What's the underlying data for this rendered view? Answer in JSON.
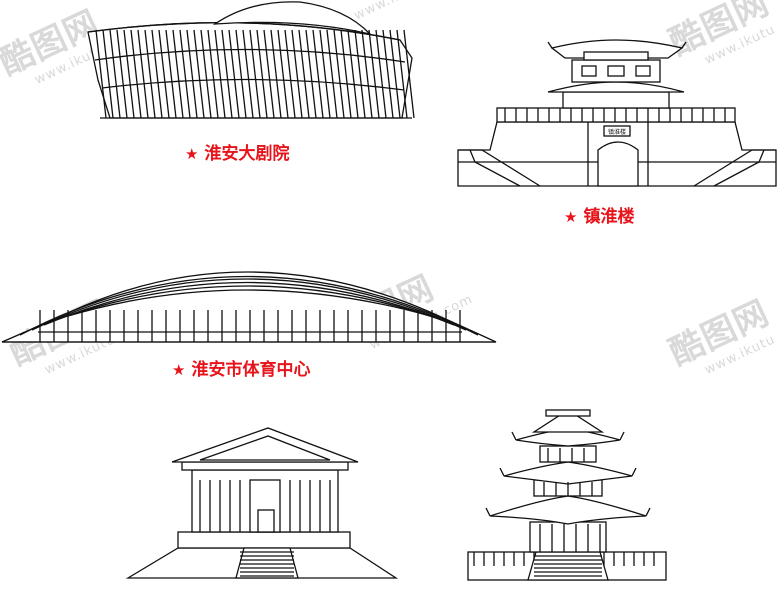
{
  "watermark": {
    "brand": "酷图网",
    "url": "www.ikutu.com"
  },
  "captions": {
    "star_glyph": "★",
    "grand_theatre": "淮安大剧院",
    "zhenhuai_tower": "镇淮楼",
    "sports_center": "淮安市体育中心",
    "gate_plaque": "镇淮楼"
  },
  "colors": {
    "caption": "#e8141b",
    "line": "#111111",
    "watermark": "#d9d9d9"
  },
  "icons": [
    "star-icon"
  ]
}
